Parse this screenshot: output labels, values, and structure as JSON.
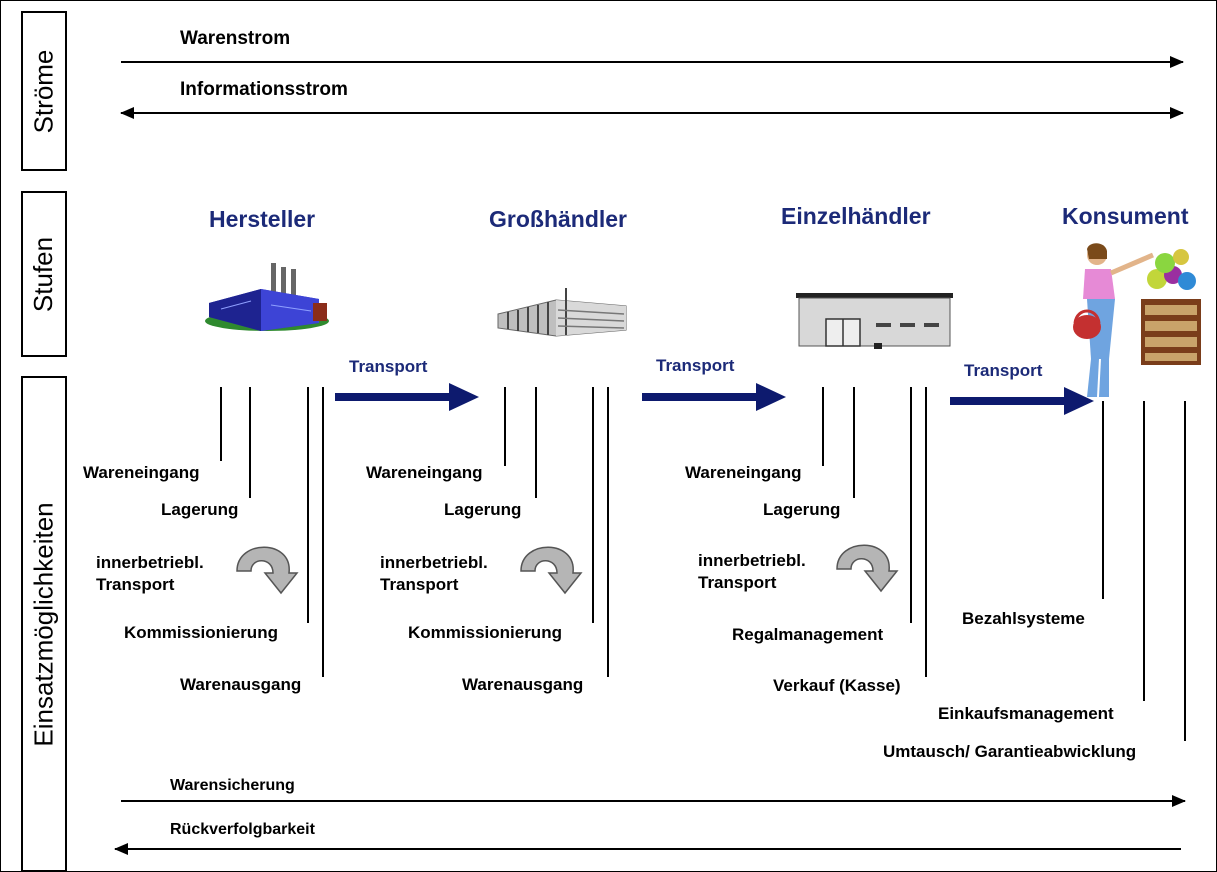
{
  "side_labels": {
    "stroeme": "Ströme",
    "stufen": "Stufen",
    "einsatz": "Einsatzmöglichkeiten"
  },
  "flows": {
    "warenstrom": "Warenstrom",
    "informationsstrom": "Informationsstrom",
    "warensicherung": "Warensicherung",
    "rueckverfolgbarkeit": "Rückverfolgbarkeit"
  },
  "stages": [
    {
      "name": "Hersteller",
      "icon": "factory-icon"
    },
    {
      "name": "Großhändler",
      "icon": "warehouse-icon"
    },
    {
      "name": "Einzelhändler",
      "icon": "store-icon"
    },
    {
      "name": "Konsument",
      "icon": "shopper-icon"
    }
  ],
  "transport_label": "Transport",
  "processes": {
    "hersteller": [
      "Wareneingang",
      "Lagerung",
      "innerbetriebl.",
      "Transport",
      "Kommissionierung",
      "Warenausgang"
    ],
    "grosshaendler": [
      "Wareneingang",
      "Lagerung",
      "innerbetriebl.",
      "Transport",
      "Kommissionierung",
      "Warenausgang"
    ],
    "einzelhaendler": [
      "Wareneingang",
      "Lagerung",
      "innerbetriebl.",
      "Transport",
      "Regalmanagement",
      "Verkauf (Kasse)"
    ],
    "konsument": [
      "Bezahlsysteme",
      "Einkaufsmanagement",
      "Umtausch/ Garantieabwicklung"
    ]
  },
  "colors": {
    "stage_blue": "#1c2a78",
    "arrow_navy": "#0d1a6e",
    "curve_arrow_gray": "#b5b5b5"
  }
}
